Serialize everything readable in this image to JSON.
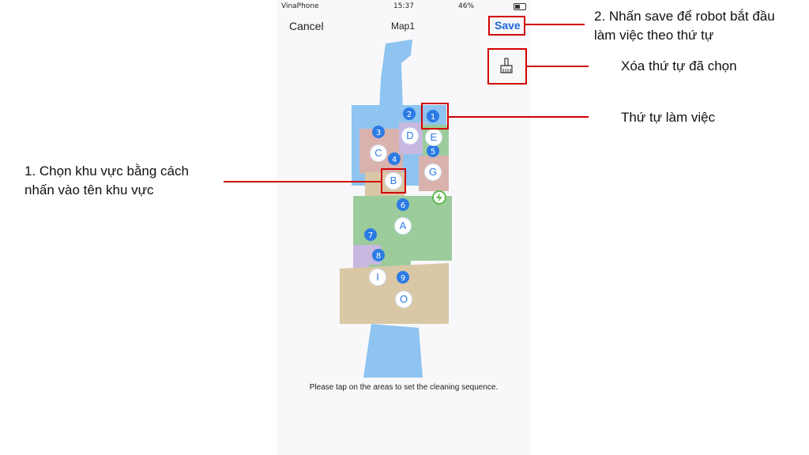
{
  "status_bar": {
    "carrier": "VinaPhone",
    "time": "15:37",
    "battery": "46%"
  },
  "header": {
    "cancel": "Cancel",
    "title": "Map1",
    "save": "Save"
  },
  "icons": {
    "clear": "broom-icon",
    "charger": "charging-dock-icon"
  },
  "map": {
    "rooms": [
      {
        "letter": "A",
        "order": "6"
      },
      {
        "letter": "B",
        "order": "4"
      },
      {
        "letter": "C",
        "order": "3"
      },
      {
        "letter": "D",
        "order": "2"
      },
      {
        "letter": "E",
        "order": "1"
      },
      {
        "letter": "G",
        "order": "5"
      },
      {
        "letter": "I",
        "order": "8"
      },
      {
        "letter": "O",
        "order": "9"
      }
    ],
    "extra_pin": "7"
  },
  "hint": "Please tap on the areas to set the cleaning sequence.",
  "annotations": {
    "save_line1": "2. Nhấn save để robot bắt đầu",
    "save_line2": "làm việc theo thứ tự",
    "clear": "Xóa thứ tự đã chọn",
    "order": "Thứ tự làm việc",
    "select_line1": "1. Chọn khu vực bằng cách",
    "select_line2": "nhấn vào tên khu vực"
  },
  "colors": {
    "accent": "#1b67d6",
    "annotation": "#d20000",
    "map_floor": "#d9c7a6",
    "map_green": "#9ccc9c",
    "map_blue": "#8ec4ef"
  }
}
